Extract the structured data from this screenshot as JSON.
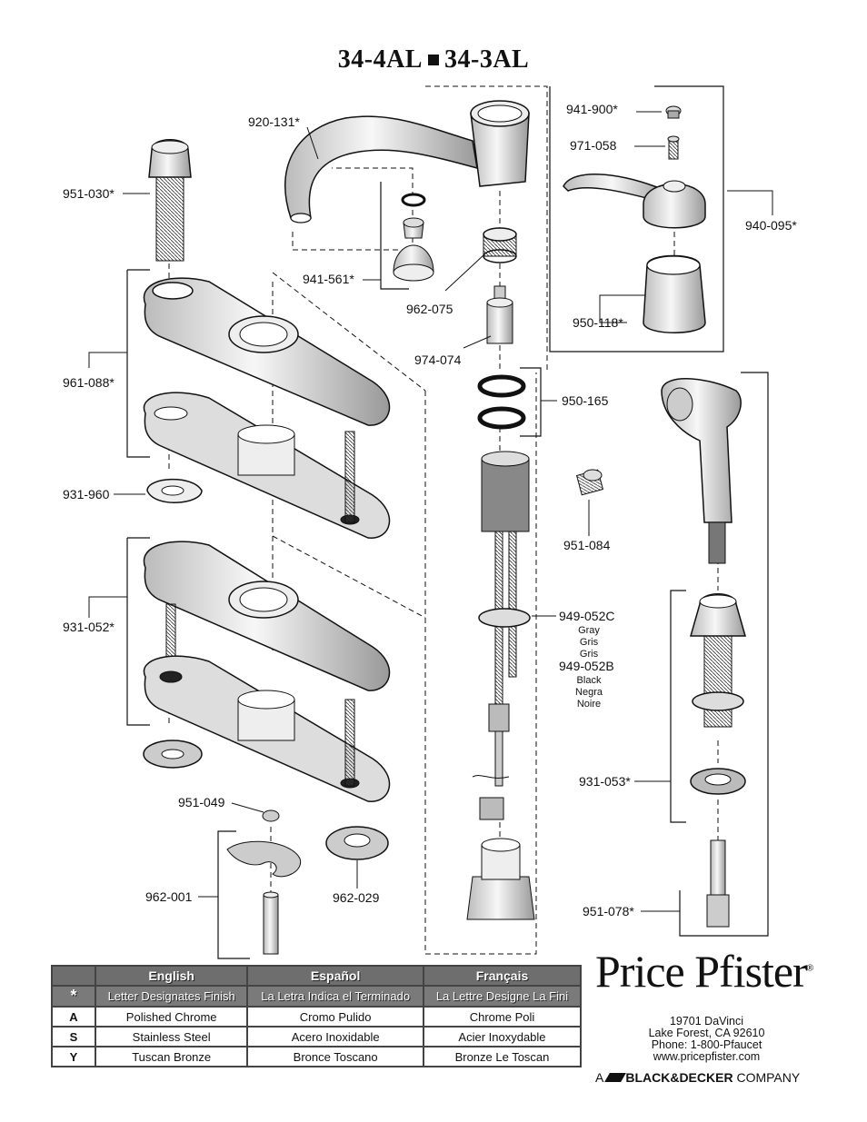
{
  "title": {
    "model_a": "34-4AL",
    "model_b": "34-3AL"
  },
  "parts": {
    "p920_131": "920-131*",
    "p941_900": "941-900*",
    "p971_058": "971-058",
    "p951_030": "951-030*",
    "p940_095": "940-095*",
    "p941_561": "941-561*",
    "p962_075": "962-075",
    "p950_118": "950-118*",
    "p961_088": "961-088*",
    "p974_074": "974-074",
    "p950_165": "950-165",
    "p931_960": "931-960",
    "p951_084": "951-084",
    "p931_052": "931-052*",
    "p949_052c": "949-052C",
    "p949_052b": "949-052B",
    "p931_053": "931-053*",
    "p951_049": "951-049",
    "p962_001": "962-001",
    "p962_029": "962-029",
    "p951_078": "951-078*"
  },
  "color_notes": {
    "gray_en": "Gray",
    "gray_es": "Gris",
    "gray_fr": "Gris",
    "black_en": "Black",
    "black_es": "Negra",
    "black_fr": "Noire"
  },
  "legend": {
    "headers": [
      "English",
      "Español",
      "Français"
    ],
    "rows": [
      {
        "code": "*",
        "en": "Letter Designates Finish",
        "es": "La Letra Indica el Terminado",
        "fr": "La Lettre Designe La Fini"
      },
      {
        "code": "A",
        "en": "Polished Chrome",
        "es": "Cromo Pulido",
        "fr": "Chrome Poli"
      },
      {
        "code": "S",
        "en": "Stainless Steel",
        "es": "Acero Inoxidable",
        "fr": "Acier Inoxydable"
      },
      {
        "code": "Y",
        "en": "Tuscan Bronze",
        "es": "Bronce Toscano",
        "fr": "Bronze Le Toscan"
      }
    ]
  },
  "brand": {
    "name": "Price Pfister",
    "address_line1": "19701 DaVinci",
    "address_line2": "Lake Forest, CA 92610",
    "phone": "Phone: 1-800-Pfaucet",
    "website": "www.pricepfister.com",
    "company_prefix": "A",
    "company_name": "BLACK&DECKER",
    "company_suffix": "COMPANY"
  }
}
